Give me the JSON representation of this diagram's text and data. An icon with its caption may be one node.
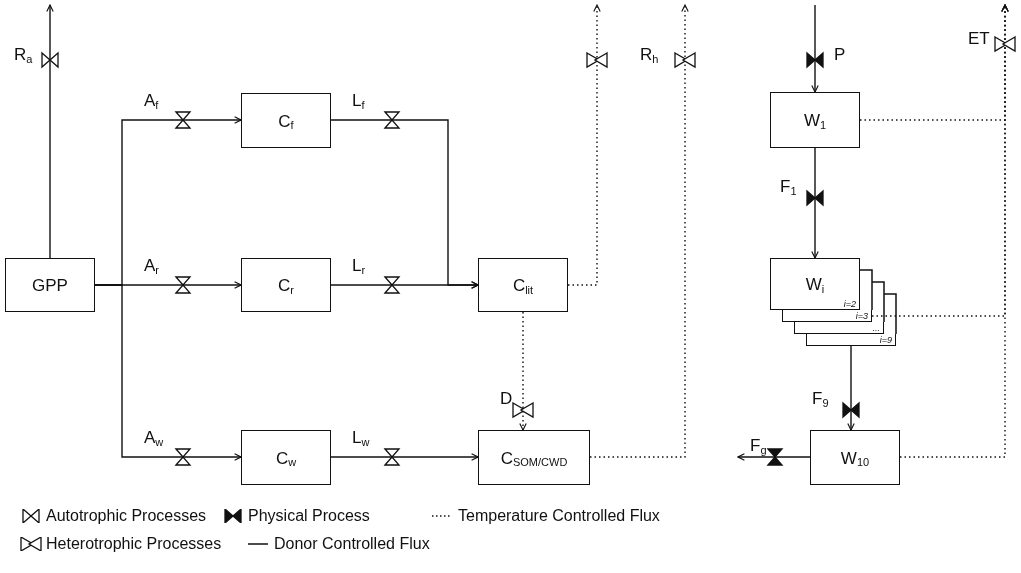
{
  "diagram": {
    "nodes": [
      {
        "text": [
          "GPP"
        ]
      },
      {
        "text": [
          "C$_{f}$"
        ]
      },
      {
        "text": [
          "C$_{r}$"
        ]
      },
      {
        "text": [
          "C$_{w}$"
        ]
      },
      {
        "text": [
          "C$_{lit}$"
        ]
      },
      {
        "text": [
          "C$_{SOM/CWD}$"
        ]
      },
      {
        "text": [
          "W$_{1}$"
        ]
      },
      {
        "text": [
          "W$_{i}$",
          "i=2"
        ]
      },
      {
        "text": [
          "i=3"
        ]
      },
      {
        "text": [
          "..."
        ]
      },
      {
        "text": [
          "i=9"
        ]
      },
      {
        "text": [
          "W$_{10}$"
        ]
      }
    ],
    "edges": [
      {
        "from": 0,
        "to": 1,
        "arrow": "to",
        "label": "A$_{f}$"
      },
      {
        "from": 0,
        "to": 2,
        "arrow": "to",
        "label": "A$_{r}$"
      },
      {
        "from": 0,
        "to": 3,
        "arrow": "to",
        "label": "A$_{w}$"
      },
      {
        "from": 1,
        "to": 4,
        "arrow": "to",
        "label": "L$_{f}$"
      },
      {
        "from": 2,
        "to": 4,
        "arrow": "to",
        "label": "L$_{r}$"
      },
      {
        "from": 3,
        "to": 5,
        "arrow": "to",
        "label": "L$_{w}$"
      },
      {
        "from": 4,
        "to": 5,
        "arrow": "to",
        "label": "D",
        "style": "dashed"
      },
      {
        "from": 0,
        "to": null,
        "arrow": "to",
        "label": "R$_{a}$"
      },
      {
        "from": 4,
        "to": null,
        "arrow": "to",
        "style": "dashed"
      },
      {
        "from": 5,
        "to": null,
        "arrow": "to",
        "style": "dashed"
      },
      {
        "from": null,
        "to": 6,
        "arrow": "to",
        "label": "P"
      },
      {
        "from": 6,
        "to": 7,
        "arrow": "to",
        "label": "F$_{1}$"
      },
      {
        "from": 10,
        "to": 11,
        "arrow": "to",
        "label": "F$_{9}$"
      },
      {
        "from": 11,
        "to": null,
        "arrow": "to",
        "label": "F$_{g}$"
      },
      {
        "from": 6,
        "to": null,
        "arrow": "to",
        "style": "dashed"
      },
      {
        "from": 8,
        "to": null,
        "arrow": "to",
        "style": "dashed"
      },
      {
        "from": 11,
        "to": null,
        "arrow": "to",
        "style": "dashed"
      }
    ],
    "labels": [
      "R$_{h}$",
      "ET"
    ],
    "legend": [
      {
        "text": "Autotrophic Processes"
      },
      {
        "text": "Physical Process"
      },
      {
        "text": "Temperature Controlled Flux"
      },
      {
        "text": "Heterotrophic Processes"
      },
      {
        "text": "Donor Controlled Flux"
      }
    ]
  }
}
